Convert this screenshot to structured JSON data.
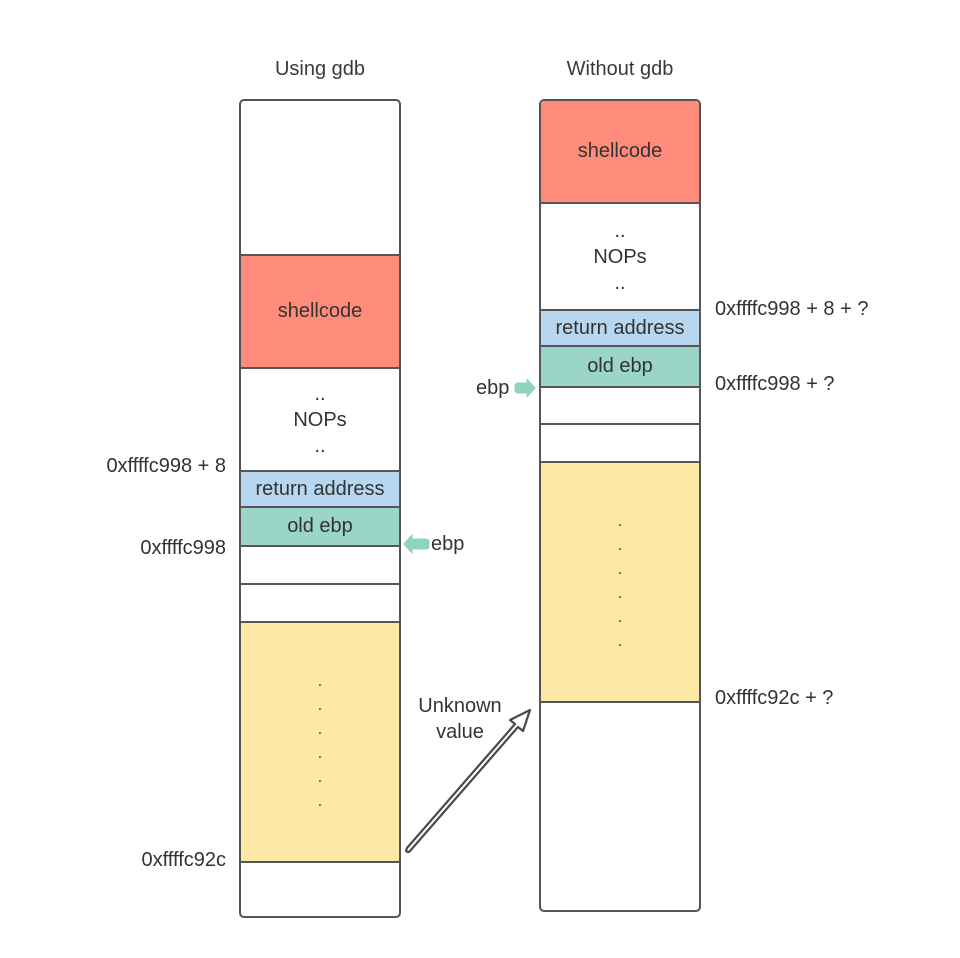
{
  "titles": {
    "left": "Using gdb",
    "right": "Without gdb"
  },
  "left_stack": {
    "shellcode": "shellcode",
    "nops": {
      "top": "..",
      "label": "NOPs",
      "bottom": ".."
    },
    "return_address": "return address",
    "old_ebp": "old ebp",
    "filler_dots": [
      ".",
      ".",
      ".",
      ".",
      ".",
      "."
    ]
  },
  "right_stack": {
    "shellcode": "shellcode",
    "nops": {
      "top": "..",
      "label": "NOPs",
      "bottom": ".."
    },
    "return_address": "return address",
    "old_ebp": "old ebp",
    "filler_dots": [
      ".",
      ".",
      ".",
      ".",
      ".",
      "."
    ]
  },
  "addresses": {
    "left_ret": "0xffffc998 + 8",
    "left_ebp": "0xffffc998",
    "left_bottom": "0xffffc92c",
    "right_ret": "0xffffc998 + 8 + ?",
    "right_ebp": "0xffffc998 + ?",
    "right_bottom": "0xffffc92c + ?"
  },
  "pointers": {
    "left_ebp": "ebp",
    "right_ebp": "ebp"
  },
  "annotation": {
    "line1": "Unknown",
    "line2": "value"
  },
  "colors": {
    "shellcode": "#ff8c7b",
    "return_address": "#b7d6ef",
    "old_ebp": "#9ad5c7",
    "filler": "#fde9a6",
    "pointer_arrow": "#8fd3c1"
  }
}
